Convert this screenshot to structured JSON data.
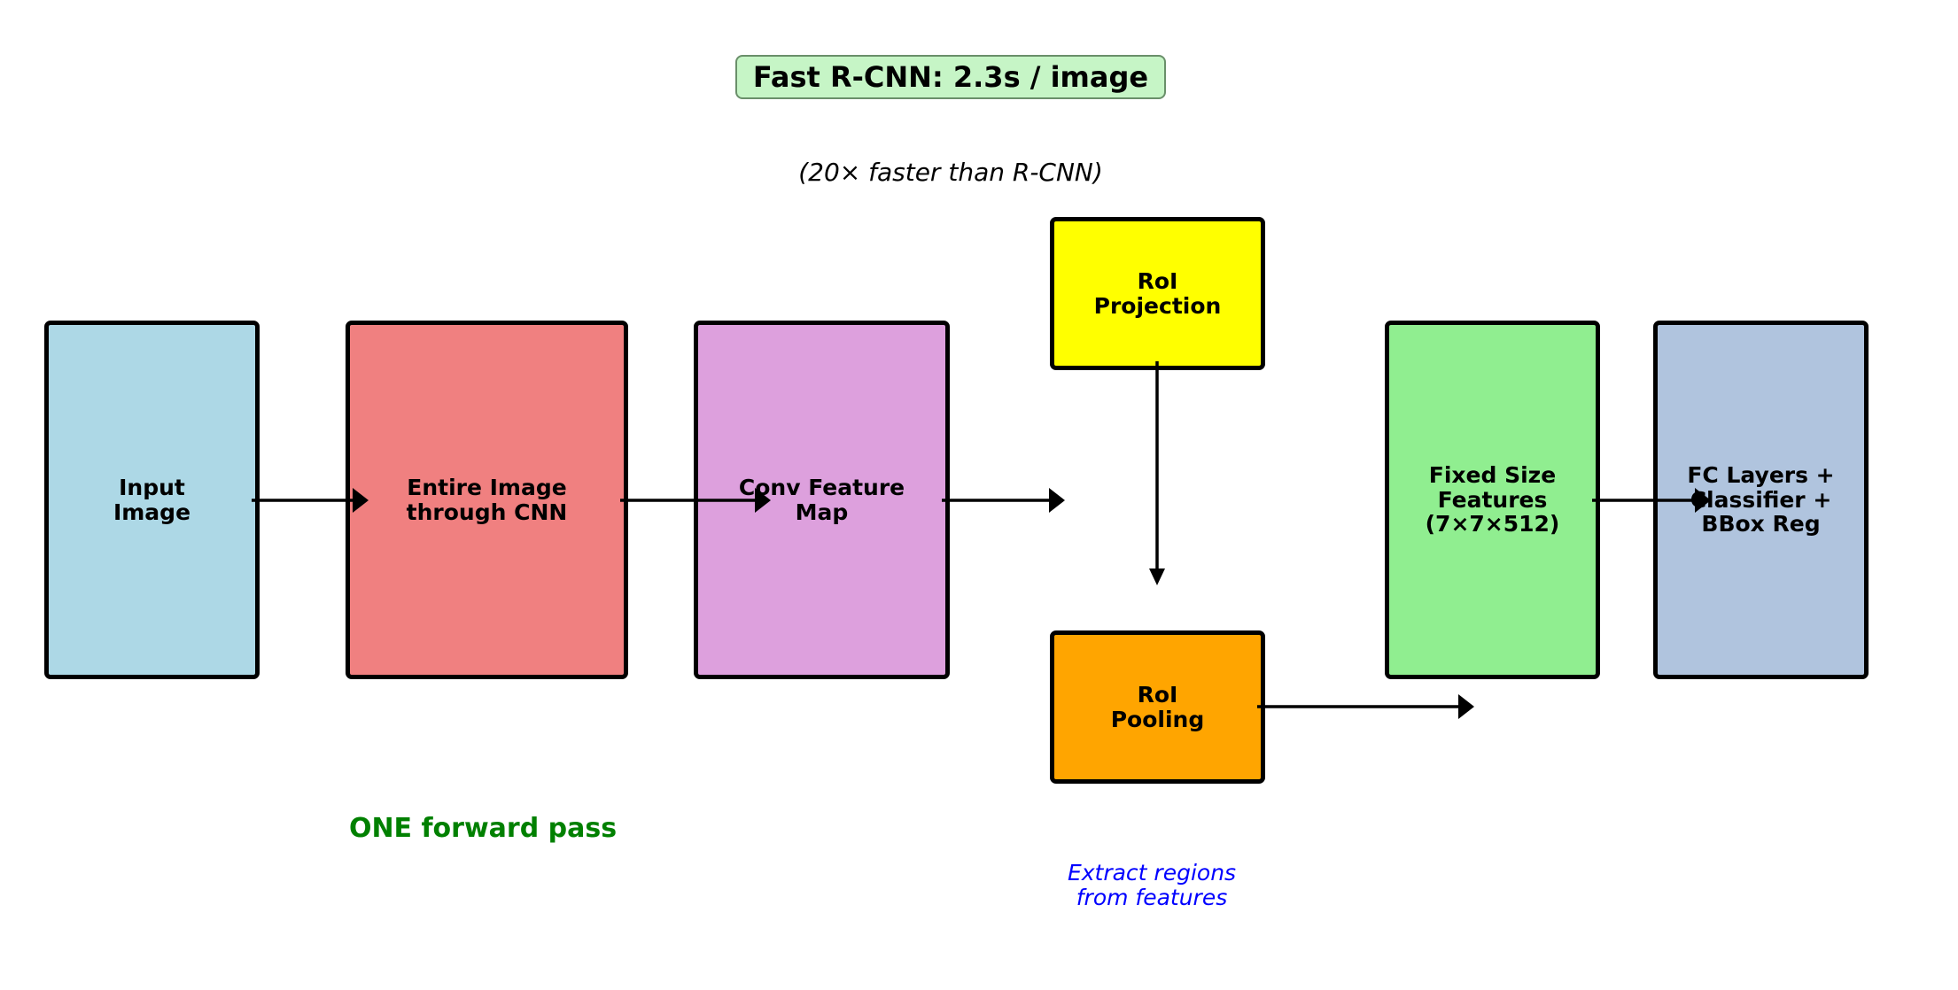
{
  "title": "Fast R-CNN: 2.3s / image",
  "subtitle": "(20× faster than R-CNN)",
  "colors": {
    "input": "#add8e6",
    "cnn": "#f08080",
    "feature_map": "#dda0dd",
    "roi_projection": "#ffff00",
    "roi_pooling": "#ffa500",
    "fixed_features": "#90ee90",
    "fc_layers": "#b0c4de",
    "title_bg": "#c6f5c6",
    "green_note": "#008000",
    "blue_note": "#0000ff"
  },
  "boxes": {
    "input": "Input\nImage",
    "cnn": "Entire Image\nthrough CNN",
    "feature_map": "Conv Feature\nMap",
    "roi_projection": "RoI\nProjection",
    "roi_pooling": "RoI\nPooling",
    "fixed_features": "Fixed Size\nFeatures\n(7×7×512)",
    "fc_layers": "FC Layers +\nClassifier +\nBBox Reg"
  },
  "notes": {
    "forward_pass": "ONE forward pass",
    "extract": "Extract regions\nfrom features"
  }
}
